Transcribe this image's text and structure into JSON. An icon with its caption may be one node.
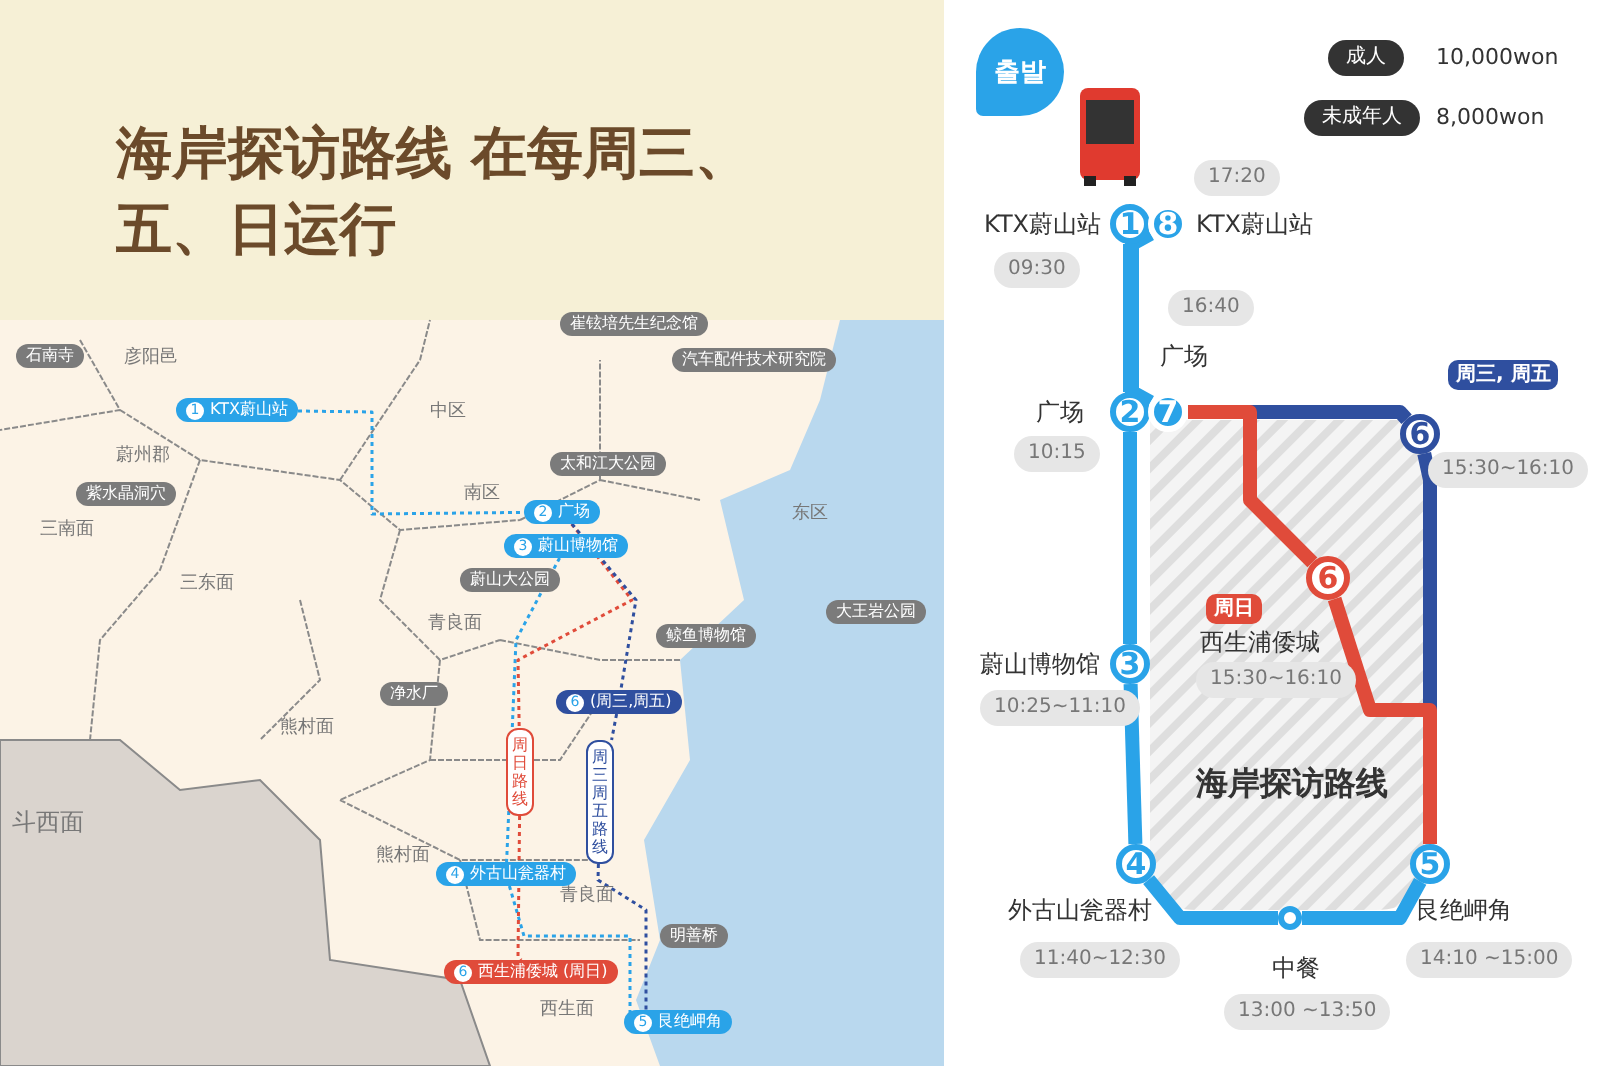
{
  "diagram": {
    "title": "海岸探访路线 在每周三、五、日运行",
    "nodes": [
      {
        "text": [
          "출발"
        ]
      },
      {
        "text": [
          "成人"
        ],
        "beside": [
          "10,000won"
        ]
      },
      {
        "text": [
          "未成年人"
        ],
        "beside": [
          "8,000won"
        ]
      },
      {
        "text": [
          "1"
        ],
        "beside": [
          "KTX蔚山站",
          "09:30"
        ]
      },
      {
        "text": [
          "8"
        ],
        "beside": [
          "17:20",
          "KTX蔚山站"
        ]
      },
      {
        "text": [
          "2"
        ],
        "beside": [
          "广场",
          "10:15"
        ]
      },
      {
        "text": [
          "7"
        ],
        "beside": [
          "16:40",
          "广场"
        ]
      },
      {
        "text": [
          "6"
        ],
        "beside": [
          "周三, 周五",
          "15:30~16:10"
        ]
      },
      {
        "text": [
          "6"
        ],
        "beside": [
          "周日",
          "西生浦倭城",
          "15:30~16:10"
        ]
      },
      {
        "text": [
          "3"
        ],
        "beside": [
          "蔚山博物馆",
          "10:25~11:10"
        ]
      },
      {
        "text": [
          "4"
        ],
        "beside": [
          "外古山瓮器村",
          "11:40~12:30"
        ]
      },
      {
        "text": [],
        "shape": "circle",
        "beside": [
          "中餐",
          "13:00 ~13:50"
        ]
      },
      {
        "text": [
          "5"
        ],
        "beside": [
          "艮绝岬角",
          "14:10 ~15:00"
        ]
      },
      {
        "text": [
          "石南寺"
        ]
      },
      {
        "text": [
          "1",
          "KTX蔚山站"
        ]
      },
      {
        "text": [
          "紫水晶洞穴"
        ]
      },
      {
        "text": [
          "崔铉培先生纪念馆"
        ]
      },
      {
        "text": [
          "汽车配件技术研究院"
        ]
      },
      {
        "text": [
          "太和江大公园"
        ]
      },
      {
        "text": [
          "2",
          "广场"
        ]
      },
      {
        "text": [
          "3",
          "蔚山博物馆"
        ]
      },
      {
        "text": [
          "蔚山大公园"
        ]
      },
      {
        "text": [
          "鲸鱼博物馆"
        ]
      },
      {
        "text": [
          "大王岩公园"
        ]
      },
      {
        "text": [
          "净水厂"
        ]
      },
      {
        "text": [
          "6",
          "(周三,周五)"
        ]
      },
      {
        "text": [
          "周日路线"
        ]
      },
      {
        "text": [
          "周三周五路线"
        ]
      },
      {
        "text": [
          "4",
          "外古山瓮器村"
        ]
      },
      {
        "text": [
          "明善桥"
        ]
      },
      {
        "text": [
          "6",
          "西生浦倭城 (周日)"
        ]
      },
      {
        "text": [
          "5",
          "艮绝岬角"
        ]
      }
    ],
    "edges": [
      {
        "from": 3,
        "to": 5,
        "arrow": "none"
      },
      {
        "from": 5,
        "to": 9,
        "arrow": "none"
      },
      {
        "from": 9,
        "to": 10,
        "arrow": "none"
      },
      {
        "from": 10,
        "to": 11,
        "arrow": "none"
      },
      {
        "from": 11,
        "to": 12,
        "arrow": "none"
      },
      {
        "from": 12,
        "to": 7,
        "arrow": "none",
        "color": "#2f4f9f"
      },
      {
        "from": 7,
        "to": 6,
        "arrow": "none",
        "color": "#2f4f9f"
      },
      {
        "from": 12,
        "to": 8,
        "arrow": "none",
        "color": "#e04b3a"
      },
      {
        "from": 8,
        "to": 6,
        "arrow": "none",
        "color": "#e04b3a"
      },
      {
        "from": 6,
        "to": 4,
        "arrow": "none"
      },
      {
        "from": 14,
        "to": 19,
        "arrow": "none",
        "style": "dashed"
      },
      {
        "from": 20,
        "to": 28,
        "arrow": "none",
        "style": "dashed"
      },
      {
        "from": 28,
        "to": 31,
        "arrow": "none",
        "style": "dashed"
      },
      {
        "from": 19,
        "to": 26,
        "arrow": "none",
        "style": "dashed",
        "color": "#e04b3a"
      },
      {
        "from": 26,
        "to": 30,
        "arrow": "none",
        "style": "dashed",
        "color": "#e04b3a"
      },
      {
        "from": 19,
        "to": 25,
        "arrow": "none",
        "style": "dashed",
        "color": "#2f4f9f"
      },
      {
        "from": 25,
        "to": 27,
        "arrow": "none",
        "style": "dashed",
        "color": "#2f4f9f"
      },
      {
        "from": 27,
        "to": 31,
        "arrow": "none",
        "style": "dashed",
        "color": "#2f4f9f"
      }
    ],
    "labels": [
      "海岸探访路线",
      "彦阳邑",
      "蔚州郡",
      "三南面",
      "中区",
      "南区",
      "东区",
      "三东面",
      "青良面",
      "熊村面",
      "斗西面",
      "熊村面",
      "青良面",
      "西生面"
    ]
  }
}
